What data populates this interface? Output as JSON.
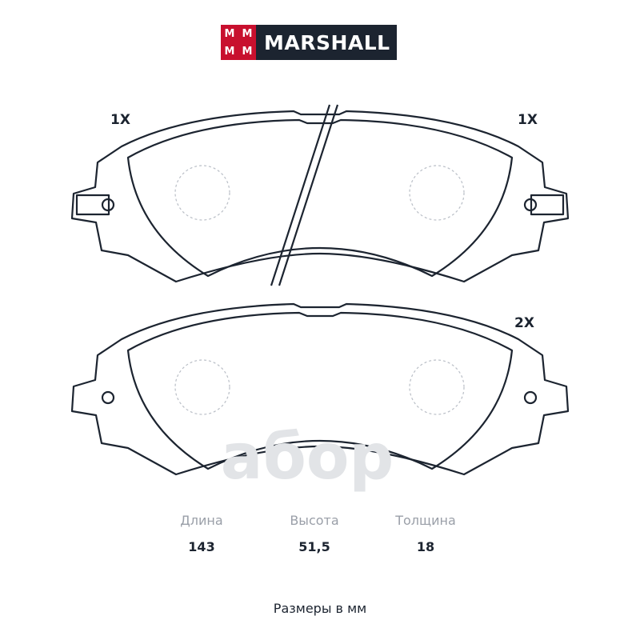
{
  "brand": {
    "name": "MARSHALL",
    "mark_letters": [
      "M",
      "M",
      "M",
      "M"
    ],
    "colors": {
      "mark": "#c8102e",
      "wordmark_bg": "#1c2430"
    }
  },
  "quantities": {
    "top_left": "1X",
    "top_right": "1X",
    "bottom": "2X"
  },
  "watermark": "aбop",
  "dimensions": [
    {
      "label": "Длина",
      "value": "143"
    },
    {
      "label": "Высота",
      "value": "51,5"
    },
    {
      "label": "Толщина",
      "value": "18"
    }
  ],
  "units_note": "Размеры в мм",
  "colors": {
    "line": "#1c2430",
    "dashed": "#b9bec6",
    "watermark": "#e2e4e7"
  }
}
